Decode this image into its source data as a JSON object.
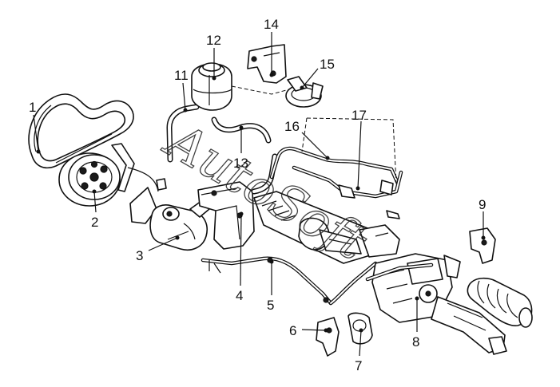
{
  "watermark": "AutoSoft",
  "callouts": {
    "c1": "1",
    "c2": "2",
    "c3": "3",
    "c4": "4",
    "c5": "5",
    "c6": "6",
    "c7": "7",
    "c8": "8",
    "c9": "9",
    "c11": "11",
    "c12": "12",
    "c13": "13",
    "c14": "14",
    "c15": "15",
    "c16": "16",
    "c17": "17"
  }
}
